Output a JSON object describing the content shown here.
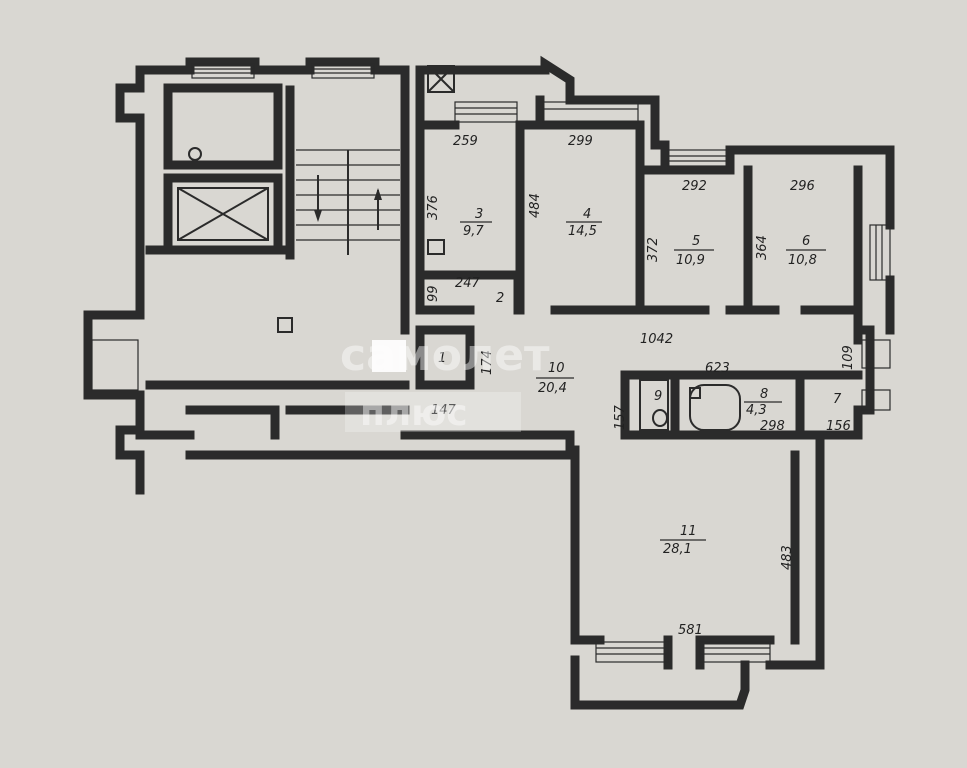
{
  "rooms": [
    {
      "id": "1",
      "number": "1",
      "area": ""
    },
    {
      "id": "2",
      "number": "2",
      "area": ""
    },
    {
      "id": "3",
      "number": "3",
      "area": "9,7"
    },
    {
      "id": "4",
      "number": "4",
      "area": "14,5"
    },
    {
      "id": "5",
      "number": "5",
      "area": "10,9"
    },
    {
      "id": "6",
      "number": "6",
      "area": "10,8"
    },
    {
      "id": "7",
      "number": "7",
      "area": ""
    },
    {
      "id": "8",
      "number": "8",
      "area": "4,3"
    },
    {
      "id": "9",
      "number": "9",
      "area": ""
    },
    {
      "id": "10",
      "number": "10",
      "area": "20,4"
    },
    {
      "id": "11",
      "number": "11",
      "area": "28,1"
    }
  ],
  "dimensions": {
    "d259": "259",
    "d299": "299",
    "d292": "292",
    "d296": "296",
    "d376": "376",
    "d484": "484",
    "d372": "372",
    "d364": "364",
    "d99": "99",
    "d247": "247",
    "d1042": "1042",
    "d109": "109",
    "d174": "174",
    "d623": "623",
    "d147": "147",
    "d157": "157",
    "d298": "298",
    "d156": "156",
    "d483": "483",
    "d581": "581"
  },
  "watermark": {
    "line1": "самолет",
    "line2": "плюс"
  }
}
